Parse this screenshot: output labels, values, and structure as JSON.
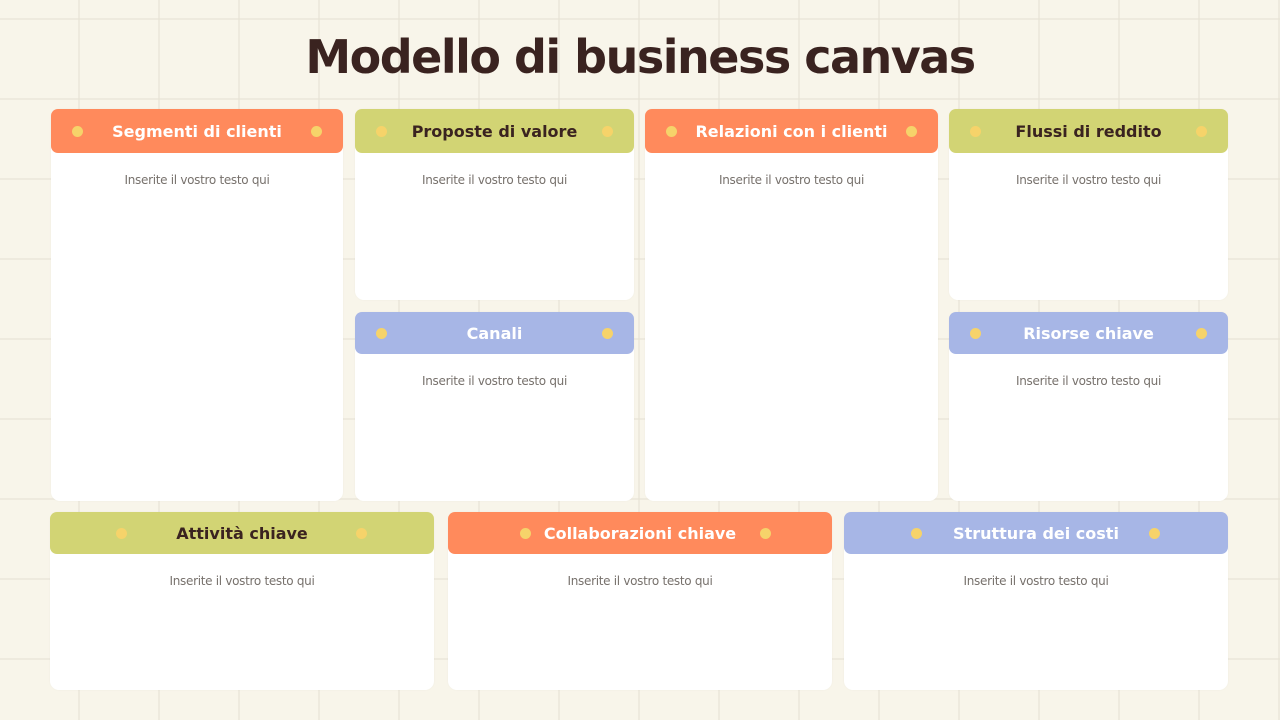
{
  "title": "Modello di business canvas",
  "colors": {
    "orange": "#ff8a5c",
    "green": "#d2d474",
    "blue": "#a7b6e6",
    "dot": "#f6d36a",
    "title": "#3a2320"
  },
  "blocks": [
    {
      "label": "Segmenti di clienti",
      "text": "Inserite il vostro testo qui"
    },
    {
      "label": "Proposte di valore",
      "text": "Inserite il vostro testo qui"
    },
    {
      "label": "Relazioni con i clienti",
      "text": "Inserite il vostro testo qui"
    },
    {
      "label": "Flussi di reddito",
      "text": "Inserite il vostro testo qui"
    },
    {
      "label": "Canali",
      "text": "Inserite il vostro testo qui"
    },
    {
      "label": "Risorse chiave",
      "text": "Inserite il vostro testo qui"
    },
    {
      "label": "Attività chiave",
      "text": "Inserite il vostro testo qui"
    },
    {
      "label": "Collaborazioni chiave",
      "text": "Inserite il vostro testo qui"
    },
    {
      "label": "Struttura dei costi",
      "text": "Inserite il vostro testo qui"
    }
  ]
}
